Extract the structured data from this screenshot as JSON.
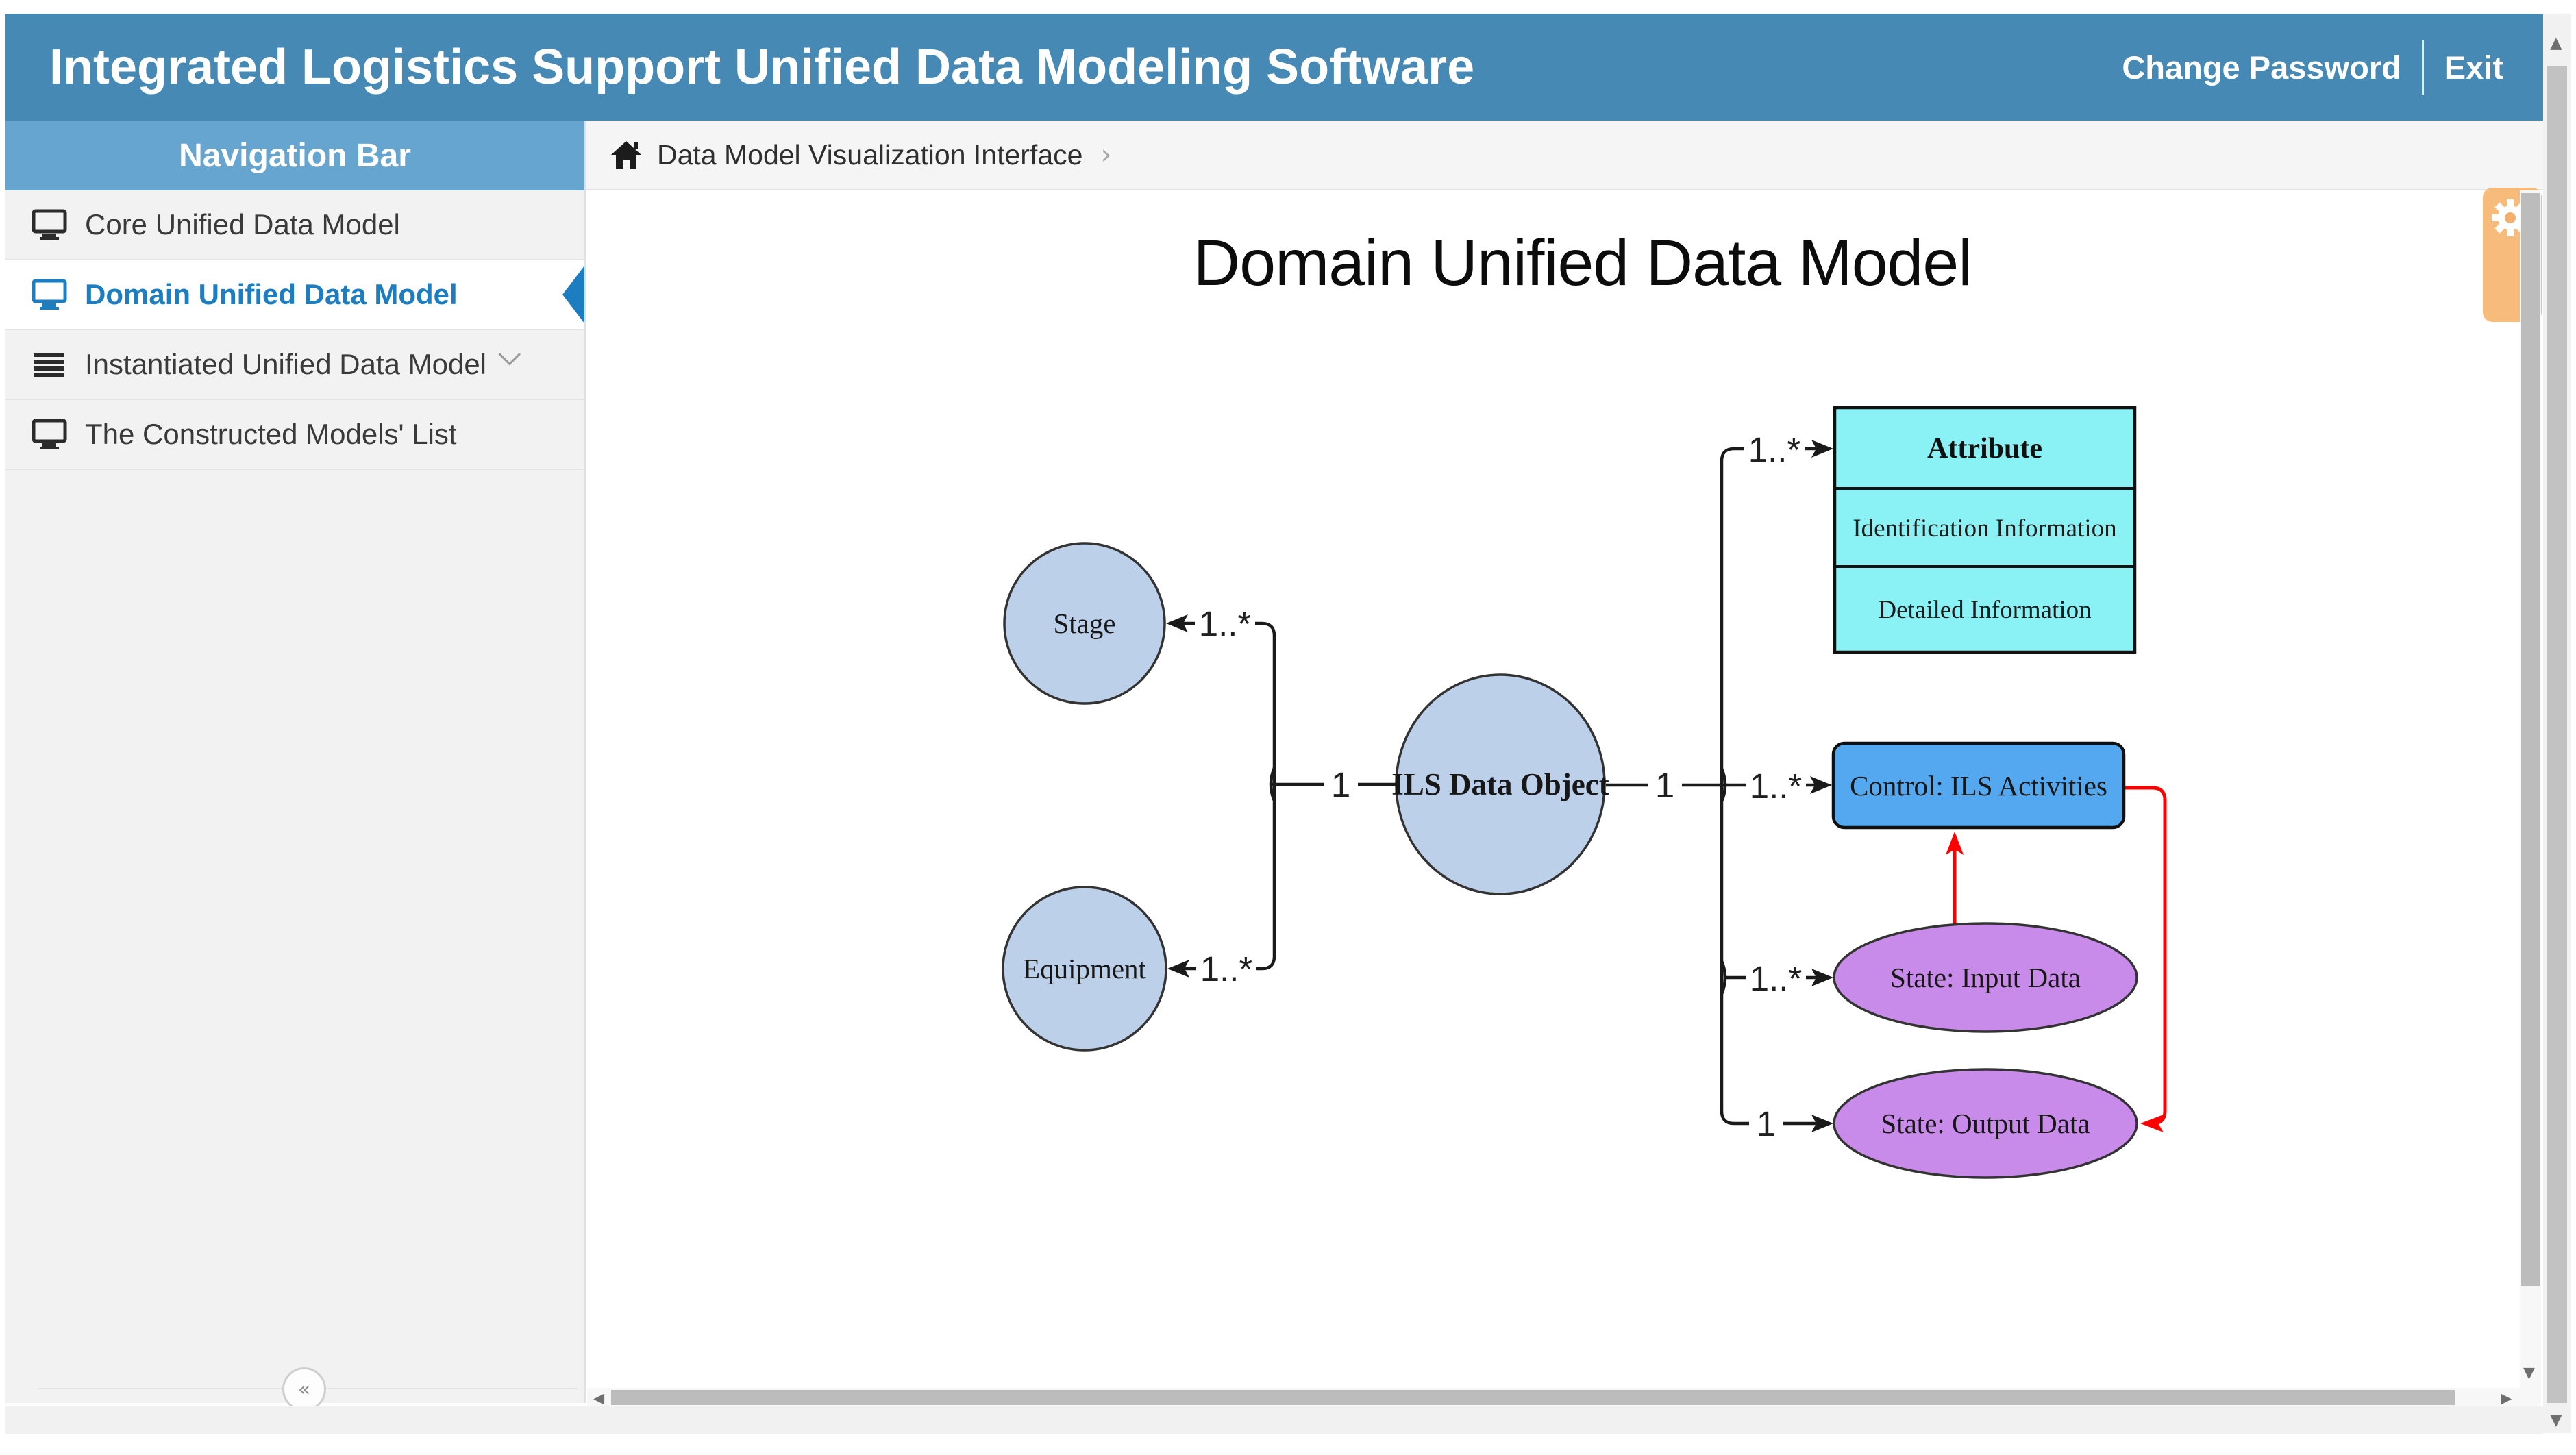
{
  "theme": {
    "header-bg": "#4589b4",
    "nav-header-bg": "#67a5d1",
    "active-blue": "#1d7dc1",
    "sidebar-bg": "#f2f2f2",
    "row-border": "#e4e4e4",
    "content-bg": "#ffffff",
    "breadcrumb-bg": "#f5f5f5",
    "scroll-track": "#f1f1f1",
    "scroll-thumb": "#c2c2c2",
    "inner-thumb": "#bcbcbc",
    "gear-tab": "rgba(246,178,106,0.88)",
    "gear-accent": "#d79a52",
    "line": "#1a1a1a",
    "flow": "#fe0000",
    "text-dark": "#3a3a3a"
  },
  "header": {
    "title": "Integrated Logistics Support Unified Data Modeling Software",
    "change_password": "Change Password",
    "exit": "Exit"
  },
  "sidebar": {
    "title": "Navigation Bar",
    "items": [
      {
        "label": "Core Unified Data Model"
      },
      {
        "label": "Domain Unified Data Model"
      },
      {
        "label": "Instantiated Unified Data Model"
      },
      {
        "label": "The Constructed Models' List"
      }
    ],
    "collapse_glyph": "«"
  },
  "breadcrumb": {
    "label": "Data Model Visualization Interface",
    "separator": "›"
  },
  "main": {
    "title": "Domain Unified Data Model"
  },
  "diagram": {
    "nodes": {
      "stage": {
        "label": "Stage"
      },
      "equipment": {
        "label": "Equipment"
      },
      "ils": {
        "label": "ILS Data Object"
      },
      "attribute": {
        "title": "Attribute",
        "row1": "Identification Information",
        "row2": "Detailed Information"
      },
      "control": {
        "label": "Control: ILS Activities"
      },
      "state_input": {
        "label": "State: Input Data"
      },
      "state_output": {
        "label": "State: Output Data"
      }
    },
    "multiplicity": {
      "stage": "1..*",
      "equipment": "1..*",
      "ils_left": "1",
      "ils_right": "1",
      "attribute": "1..*",
      "control": "1..*",
      "input": "1..*",
      "output": "1"
    },
    "colors": {
      "entity": "#bdd0e9",
      "attribute": "#8af2f4",
      "control": "#54a8f0",
      "state": "#c98bea"
    }
  },
  "scroll": {
    "up": "▲",
    "down": "▼",
    "left": "◀",
    "right": "▶"
  }
}
